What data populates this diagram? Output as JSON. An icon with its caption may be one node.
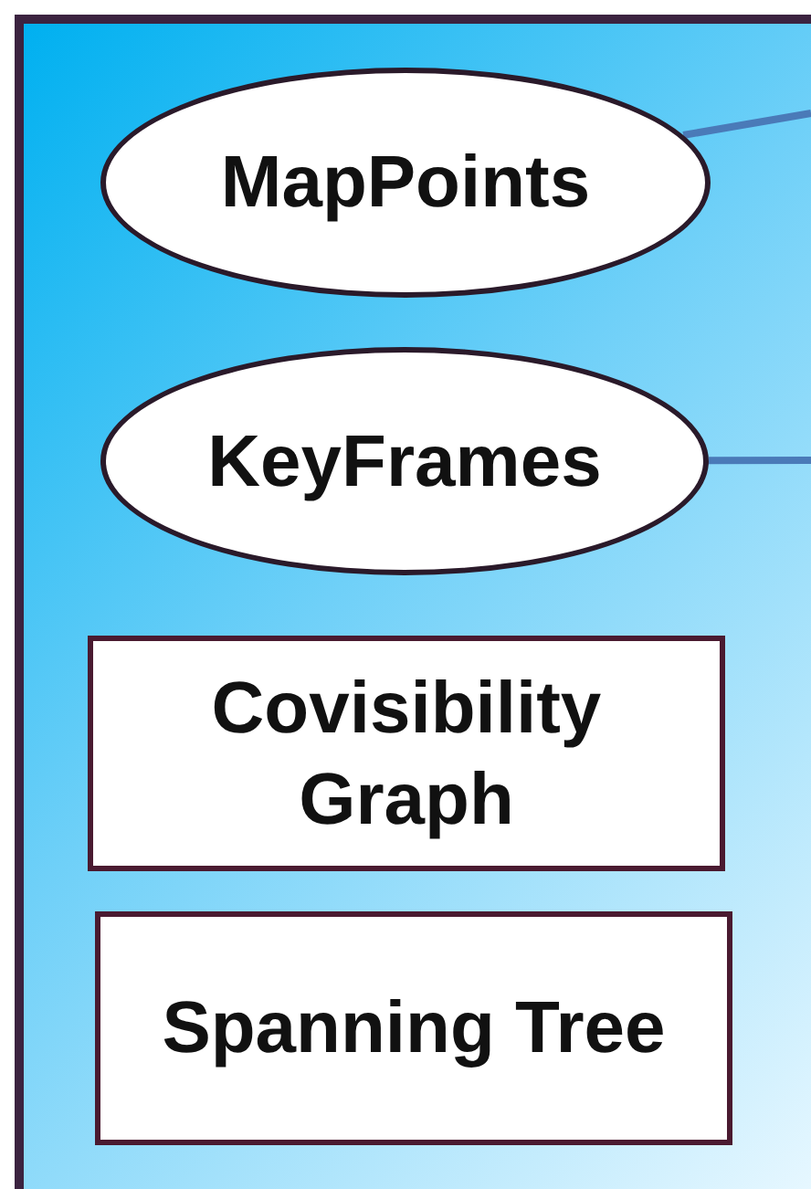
{
  "diagram": {
    "nodes": [
      {
        "text": [],
        "shape": "box"
      },
      {
        "text": [
          "MapPoints"
        ],
        "in": 0
      },
      {
        "text": [
          "KeyFrames"
        ],
        "in": 0
      },
      {
        "text": [
          "Covisibility Graph"
        ],
        "in": 0
      },
      {
        "text": [
          "Spanning Tree"
        ],
        "in": 0
      }
    ],
    "edges": [
      {
        "from": 1,
        "to": null,
        "arrow": "none"
      },
      {
        "from": 2,
        "to": null,
        "arrow": "none"
      }
    ]
  }
}
